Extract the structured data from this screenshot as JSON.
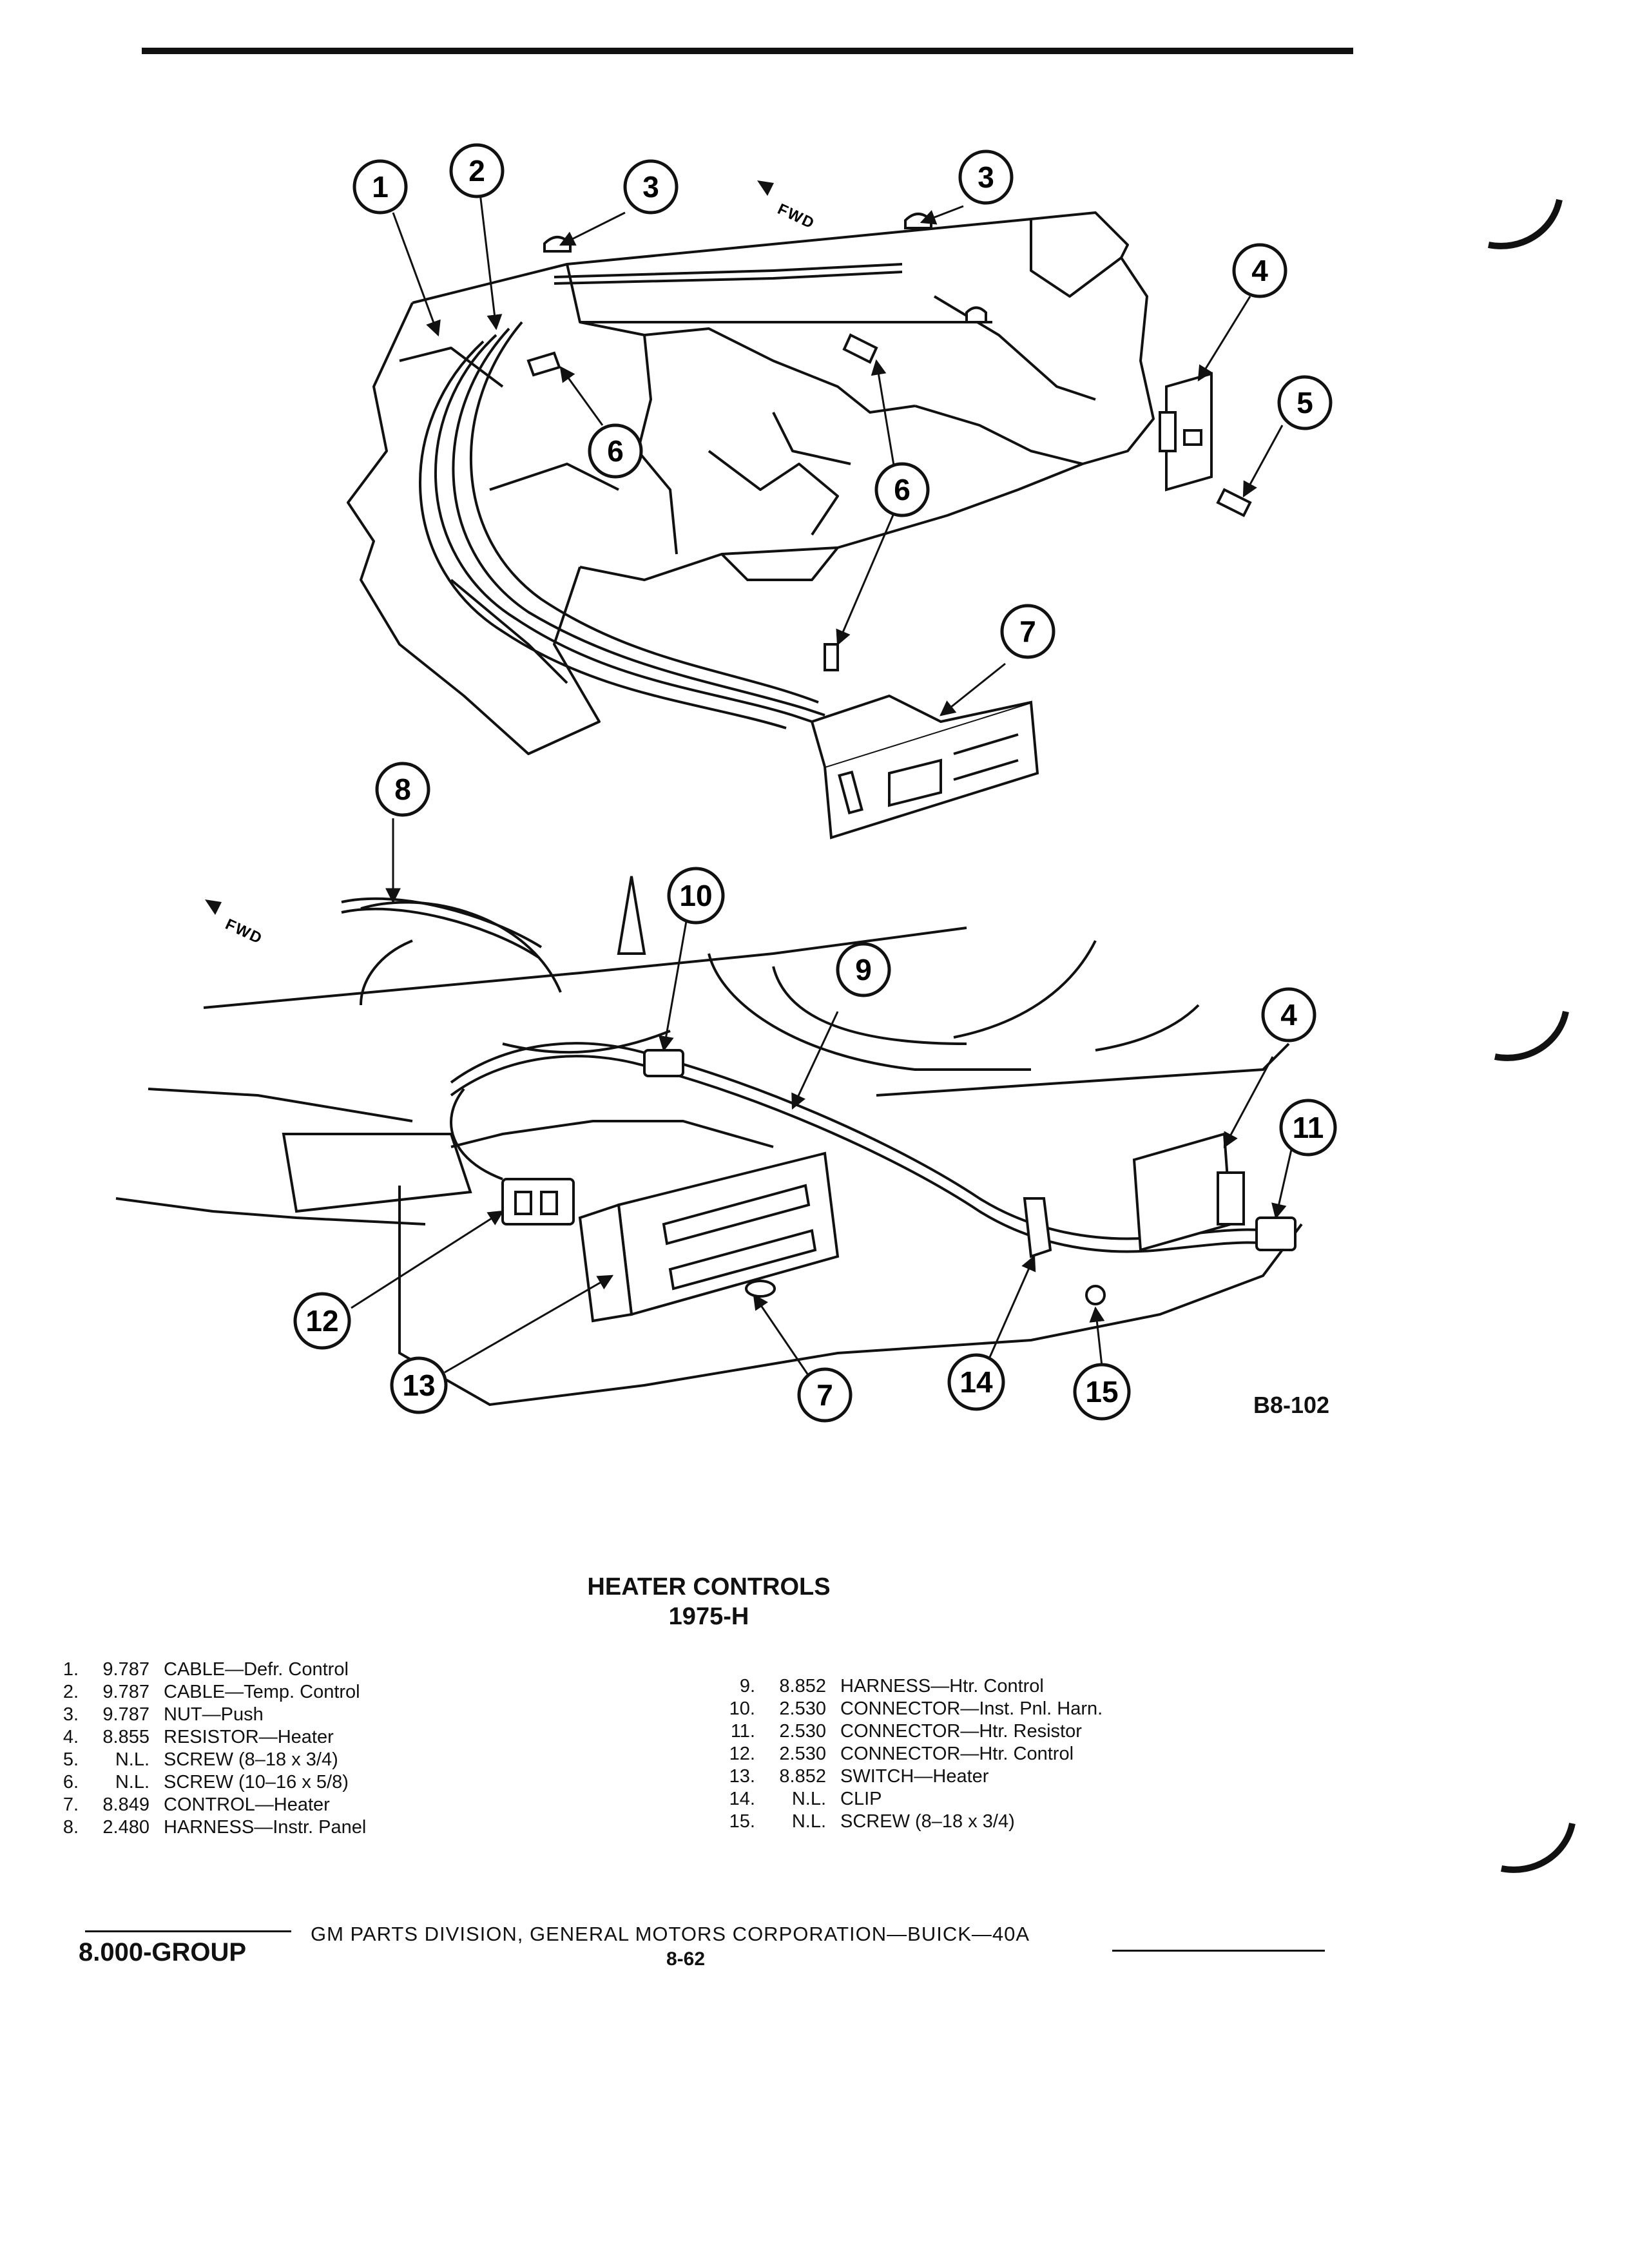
{
  "figure": {
    "code": "B8-102",
    "fwd_label": "FWD",
    "callouts": [
      "1",
      "2",
      "3",
      "4",
      "5",
      "6",
      "7",
      "8",
      "9",
      "10",
      "11",
      "12",
      "13",
      "14",
      "15"
    ]
  },
  "title": {
    "line1": "HEATER CONTROLS",
    "line2": "1975-H"
  },
  "parts": [
    {
      "num": "1.",
      "code": "9.787",
      "desc": "CABLE—Defr. Control"
    },
    {
      "num": "2.",
      "code": "9.787",
      "desc": "CABLE—Temp. Control"
    },
    {
      "num": "3.",
      "code": "9.787",
      "desc": "NUT—Push"
    },
    {
      "num": "4.",
      "code": "8.855",
      "desc": "RESISTOR—Heater"
    },
    {
      "num": "5.",
      "code": "N.L.",
      "desc": "SCREW (8–18 x 3/4)"
    },
    {
      "num": "6.",
      "code": "N.L.",
      "desc": "SCREW (10–16 x 5/8)"
    },
    {
      "num": "7.",
      "code": "8.849",
      "desc": "CONTROL—Heater"
    },
    {
      "num": "8.",
      "code": "2.480",
      "desc": "HARNESS—Instr. Panel"
    },
    {
      "num": "9.",
      "code": "8.852",
      "desc": "HARNESS—Htr. Control"
    },
    {
      "num": "10.",
      "code": "2.530",
      "desc": "CONNECTOR—Inst. Pnl. Harn."
    },
    {
      "num": "11.",
      "code": "2.530",
      "desc": "CONNECTOR—Htr. Resistor"
    },
    {
      "num": "12.",
      "code": "2.530",
      "desc": "CONNECTOR—Htr. Control"
    },
    {
      "num": "13.",
      "code": "8.852",
      "desc": "SWITCH—Heater"
    },
    {
      "num": "14.",
      "code": "N.L.",
      "desc": "CLIP"
    },
    {
      "num": "15.",
      "code": "N.L.",
      "desc": "SCREW (8–18 x 3/4)"
    }
  ],
  "footer": {
    "group": "8.000-GROUP",
    "text": "GM PARTS DIVISION, GENERAL MOTORS CORPORATION—BUICK—40A",
    "page": "8-62"
  }
}
